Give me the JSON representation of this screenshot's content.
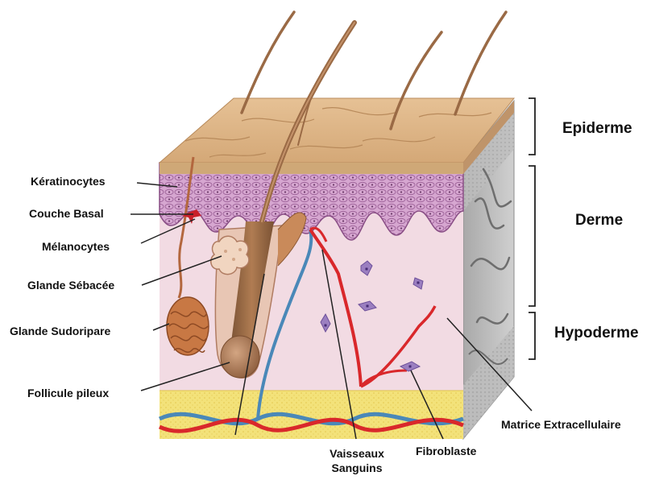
{
  "labels_left": {
    "keratinocytes": "Kératinocytes",
    "couche_basal": "Couche Basal",
    "melanocytes": "Mélanocytes",
    "glande_sebacee": "Glande Sébacée",
    "glande_sudoripare": "Glande Sudoripare",
    "follicule_pileux": "Follicule pileux"
  },
  "labels_right": {
    "epiderme": "Epiderme",
    "derme": "Derme",
    "hypoderme": "Hypoderme",
    "matrice": "Matrice Extracellulaire"
  },
  "labels_bottom": {
    "vaisseaux_line1": "Vaisseaux",
    "vaisseaux_line2": "Sanguins",
    "fibroblaste": "Fibroblaste"
  },
  "colors": {
    "epidermis_top": "#e0b98a",
    "epidermis_front": "#cfa877",
    "dermis_pink": "#f2dbe3",
    "cell_layer": "#c48fc0",
    "fat_yellow": "#f3e27a",
    "side_grey": "#b9b9b9",
    "artery_red": "#d9282b",
    "vein_blue": "#4a88b8",
    "hair_brown": "#9a6a45",
    "fibroblast_purple": "#9b7fc0"
  }
}
